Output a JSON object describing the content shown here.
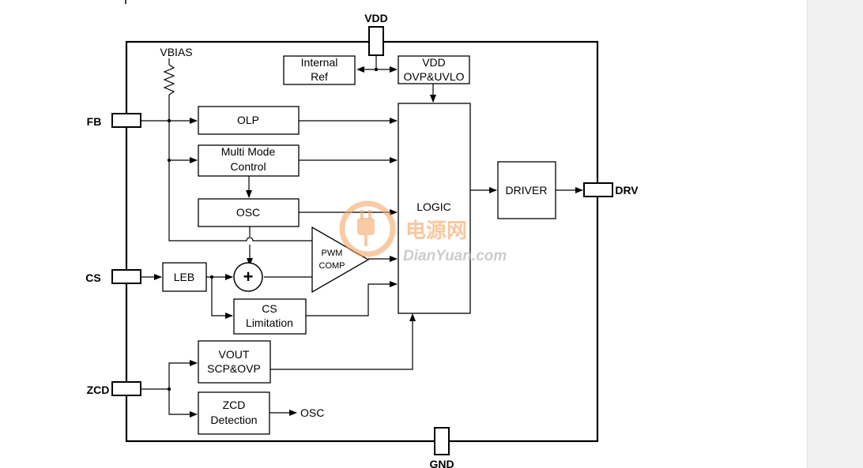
{
  "pins": {
    "vdd": "VDD",
    "fb": "FB",
    "cs": "CS",
    "zcd": "ZCD",
    "drv": "DRV",
    "gnd": "GND"
  },
  "labels": {
    "vbias": "VBIAS",
    "osc_out": "OSC"
  },
  "blocks": {
    "internal_ref": [
      "Internal",
      "Ref"
    ],
    "vdd_ovp_uvlo": [
      "VDD",
      "OVP&UVLO"
    ],
    "olp": "OLP",
    "multi_mode": [
      "Multi Mode",
      "Control"
    ],
    "osc": "OSC",
    "leb": "LEB",
    "cs_limitation": [
      "CS",
      "Limitation"
    ],
    "vout_scp_ovp": [
      "VOUT",
      "SCP&OVP"
    ],
    "zcd_detection": [
      "ZCD",
      "Detection"
    ],
    "logic": "LOGIC",
    "driver": "DRIVER",
    "pwm_comp": [
      "PWM",
      "COMP"
    ],
    "sum": "+"
  },
  "watermark": {
    "cn": "电源网",
    "en": "DianYuan.com"
  }
}
